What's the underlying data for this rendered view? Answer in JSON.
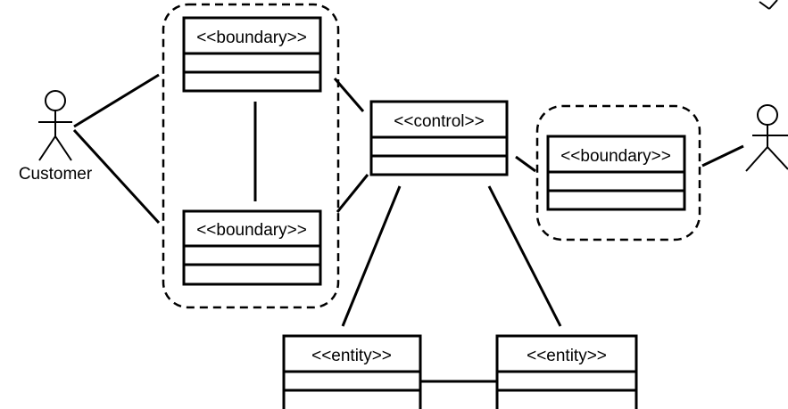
{
  "diagram": {
    "actors": [
      {
        "id": "customer",
        "label": "Customer"
      },
      {
        "id": "external",
        "label": ""
      }
    ],
    "classes": [
      {
        "id": "boundary-top",
        "stereotype": "<<boundary>>"
      },
      {
        "id": "boundary-bottom",
        "stereotype": "<<boundary>>"
      },
      {
        "id": "boundary-right",
        "stereotype": "<<boundary>>"
      },
      {
        "id": "control",
        "stereotype": "<<control>>"
      },
      {
        "id": "entity-left",
        "stereotype": "<<entity>>"
      },
      {
        "id": "entity-right",
        "stereotype": "<<entity>>"
      }
    ],
    "groups": [
      {
        "id": "customer-boundaries",
        "members": [
          "boundary-top",
          "boundary-bottom"
        ]
      },
      {
        "id": "external-boundary",
        "members": [
          "boundary-right"
        ]
      }
    ],
    "associations": [
      [
        "customer",
        "boundary-top"
      ],
      [
        "customer",
        "boundary-bottom"
      ],
      [
        "boundary-top",
        "boundary-bottom"
      ],
      [
        "boundary-top",
        "control"
      ],
      [
        "boundary-bottom",
        "control"
      ],
      [
        "control",
        "boundary-right"
      ],
      [
        "boundary-right",
        "external"
      ],
      [
        "control",
        "entity-left"
      ],
      [
        "control",
        "entity-right"
      ],
      [
        "entity-left",
        "entity-right"
      ]
    ]
  }
}
